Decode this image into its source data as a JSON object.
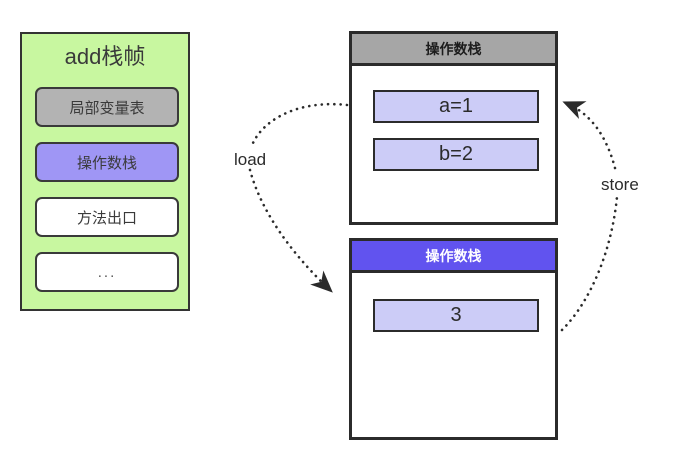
{
  "diagram": {
    "title": "JVM operand stack load/store diagram",
    "colors": {
      "frame_background": "#c8f7a0",
      "frame_border": "#333333",
      "local_vars_fill": "#b3b3b3",
      "operand_stack_fill": "#9f96f5",
      "plain_fill": "#ffffff",
      "stack_header_gray": "#a6a6a6",
      "stack_header_blue": "#6153ef",
      "stack_item_fill": "#ccccf7",
      "outline": "#2b2b2b"
    }
  },
  "frame_panel": {
    "title": "add栈帧",
    "slots": [
      {
        "label": "局部变量表"
      },
      {
        "label": "操作数栈"
      },
      {
        "label": "方法出口"
      },
      {
        "label": "..."
      }
    ]
  },
  "stacks": [
    {
      "header": "操作数栈",
      "items": [
        {
          "label": "a=1"
        },
        {
          "label": "b=2"
        }
      ]
    },
    {
      "header": "操作数栈",
      "items": [
        {
          "label": "3"
        }
      ]
    }
  ],
  "arrows": {
    "load": "load",
    "store": "store"
  }
}
